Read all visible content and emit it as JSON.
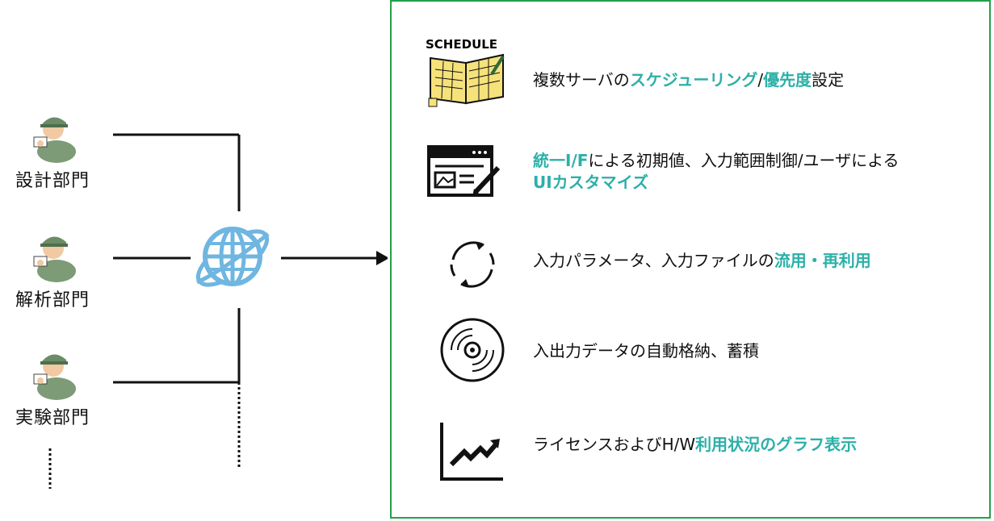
{
  "colors": {
    "panel_border": "#22a04a",
    "highlight": "#2cb0a8",
    "globe": "#6fb6e0"
  },
  "departments": [
    {
      "label": "設計部門",
      "icon": "worker-reading-icon"
    },
    {
      "label": "解析部門",
      "icon": "worker-reading-icon"
    },
    {
      "label": "実験部門",
      "icon": "worker-reading-icon"
    }
  ],
  "network_icon": "globe-icon",
  "features": [
    {
      "icon": "schedule-book-icon",
      "icon_label": "SCHEDULE",
      "lines": [
        [
          {
            "t": "複数サーバの",
            "h": false
          },
          {
            "t": "スケジューリング",
            "h": true
          },
          {
            "t": "/",
            "h": false
          },
          {
            "t": "優先度",
            "h": true
          },
          {
            "t": "設定",
            "h": false
          }
        ]
      ]
    },
    {
      "icon": "browser-form-icon",
      "lines": [
        [
          {
            "t": "統一I/F",
            "h": true
          },
          {
            "t": "による初期値、入力範囲制御/ユーザによる",
            "h": false
          }
        ],
        [
          {
            "t": "UIカスタマイズ",
            "h": true
          }
        ]
      ]
    },
    {
      "icon": "refresh-cycle-icon",
      "lines": [
        [
          {
            "t": "入力パラメータ、入力ファイルの",
            "h": false
          },
          {
            "t": "流用・再利用",
            "h": true
          }
        ]
      ]
    },
    {
      "icon": "disc-storage-icon",
      "lines": [
        [
          {
            "t": "入出力データの自動格納、蓄積",
            "h": false
          }
        ]
      ]
    },
    {
      "icon": "trend-chart-icon",
      "lines": [
        [
          {
            "t": "ライセンスおよびH/W",
            "h": false
          },
          {
            "t": "利用状況のグラフ表示",
            "h": true
          }
        ]
      ]
    }
  ]
}
